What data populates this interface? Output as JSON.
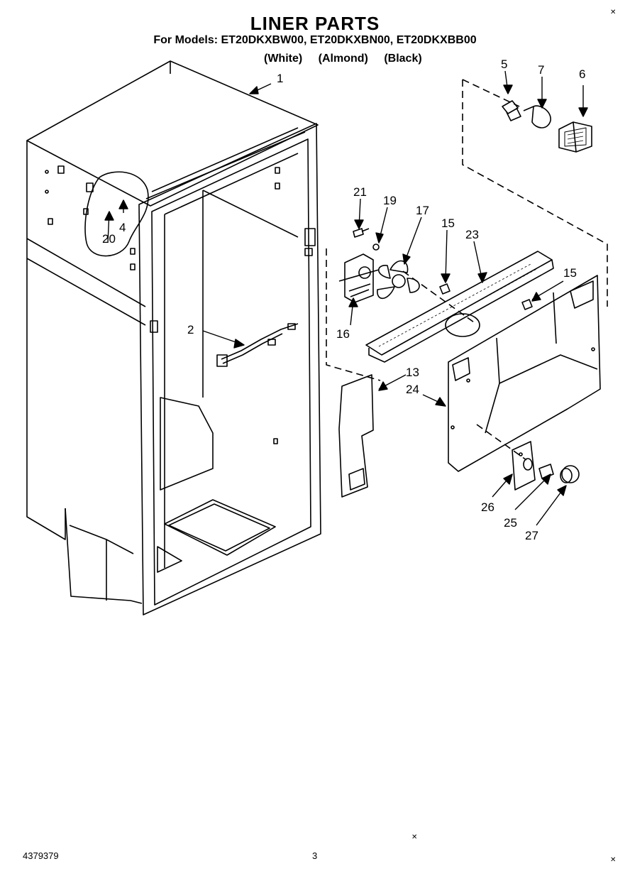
{
  "header": {
    "title": "LINER PARTS",
    "models_label": "For Models:",
    "models": "ET20DKXBW00, ET20DKXBN00, ET20DKXBB00",
    "colors": [
      "(White)",
      "(Almond)",
      "(Black)"
    ]
  },
  "callouts": [
    "1",
    "2",
    "4",
    "5",
    "6",
    "7",
    "13",
    "15",
    "15",
    "16",
    "17",
    "19",
    "20",
    "21",
    "23",
    "24",
    "25",
    "26",
    "27"
  ],
  "footer": {
    "doc_number": "4379379",
    "page": "3"
  },
  "colors": {
    "line": "#000000",
    "background": "#ffffff"
  }
}
